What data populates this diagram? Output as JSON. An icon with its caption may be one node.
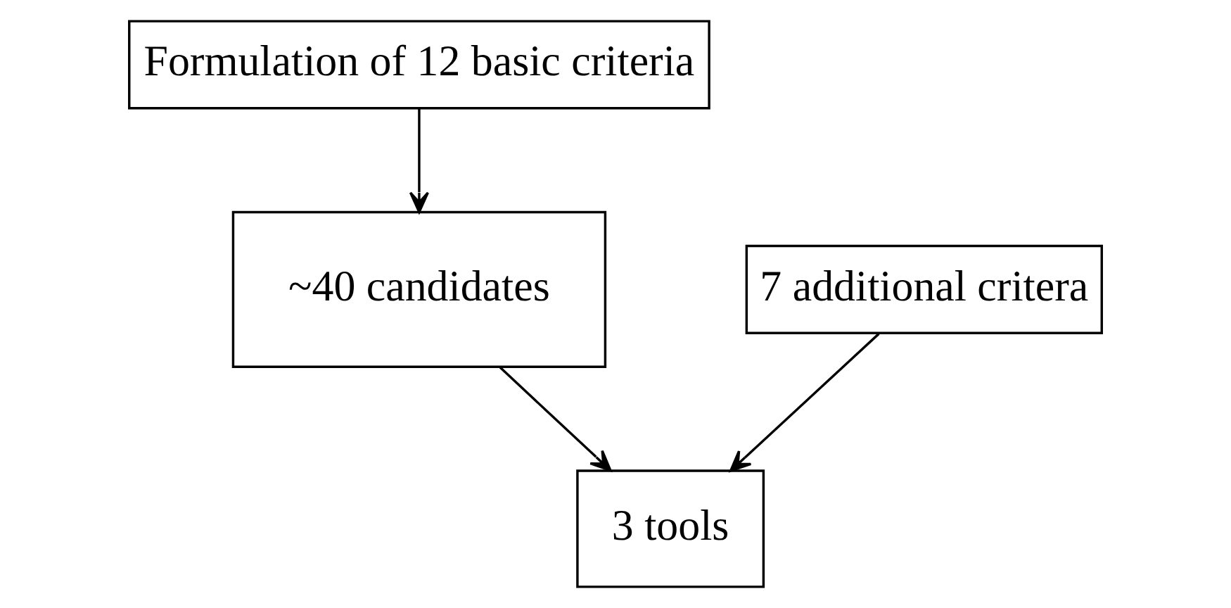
{
  "diagram": {
    "nodes": [
      {
        "text": [
          "Formulation of 12 basic criteria"
        ]
      },
      {
        "text": [
          "~40 candidates"
        ]
      },
      {
        "text": [
          "7 additional critera"
        ]
      },
      {
        "text": [
          "3 tools"
        ]
      }
    ],
    "edges": [
      {
        "from": 0,
        "to": 1,
        "arrow": "to"
      },
      {
        "from": 1,
        "to": 3,
        "arrow": "to"
      },
      {
        "from": 2,
        "to": 3,
        "arrow": "to"
      }
    ]
  }
}
